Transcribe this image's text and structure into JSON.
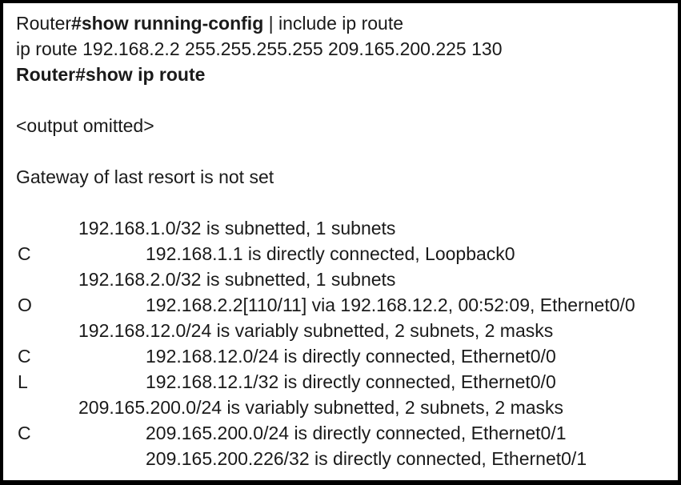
{
  "window": {
    "background_color": "#ffffff",
    "border_color": "#000000",
    "text_color": "#1a1a1a"
  },
  "terminal_output": {
    "lines": [
      {
        "indent": 0,
        "prefix": "",
        "segments": [
          {
            "text": "Router",
            "bold": false
          },
          {
            "text": "#show running-config",
            "bold": true
          },
          {
            "text": " | include ip route",
            "bold": false
          }
        ]
      },
      {
        "indent": 0,
        "prefix": "",
        "segments": [
          {
            "text": "ip route 192.168.2.2 255.255.255.255 209.165.200.225 130",
            "bold": false
          }
        ]
      },
      {
        "indent": 0,
        "prefix": "",
        "segments": [
          {
            "text": "Router#show ip route",
            "bold": true
          }
        ]
      },
      {
        "blank": true,
        "indent": 0,
        "prefix": "",
        "segments": []
      },
      {
        "indent": 0,
        "prefix": "",
        "segments": [
          {
            "text": "<output omitted>",
            "bold": false
          }
        ]
      },
      {
        "blank": true,
        "indent": 0,
        "prefix": "",
        "segments": []
      },
      {
        "indent": 0,
        "prefix": "",
        "segments": [
          {
            "text": "Gateway of last resort is not set",
            "bold": false
          }
        ]
      },
      {
        "blank": true,
        "indent": 0,
        "prefix": "",
        "segments": []
      },
      {
        "indent": 1,
        "prefix": "",
        "segments": [
          {
            "text": "192.168.1.0/32 is subnetted, 1 subnets",
            "bold": false
          }
        ]
      },
      {
        "indent": 2,
        "prefix": "C",
        "segments": [
          {
            "text": "192.168.1.1 is directly connected, Loopback0",
            "bold": false
          }
        ]
      },
      {
        "indent": 1,
        "prefix": "",
        "segments": [
          {
            "text": "192.168.2.0/32 is subnetted, 1 subnets",
            "bold": false
          }
        ]
      },
      {
        "indent": 2,
        "prefix": "O",
        "segments": [
          {
            "text": "192.168.2.2[110/11] via 192.168.12.2, 00:52:09, Ethernet0/0",
            "bold": false
          }
        ]
      },
      {
        "indent": 1,
        "prefix": "",
        "segments": [
          {
            "text": "192.168.12.0/24 is variably subnetted, 2 subnets, 2 masks",
            "bold": false
          }
        ]
      },
      {
        "indent": 2,
        "prefix": "C",
        "segments": [
          {
            "text": "192.168.12.0/24 is directly connected, Ethernet0/0",
            "bold": false
          }
        ]
      },
      {
        "indent": 2,
        "prefix": "L",
        "segments": [
          {
            "text": "192.168.12.1/32 is directly connected, Ethernet0/0",
            "bold": false
          }
        ]
      },
      {
        "indent": 1,
        "prefix": "",
        "segments": [
          {
            "text": "209.165.200.0/24 is variably subnetted, 2 subnets, 2 masks",
            "bold": false
          }
        ]
      },
      {
        "indent": 2,
        "prefix": "C",
        "segments": [
          {
            "text": "209.165.200.0/24 is directly connected, Ethernet0/1",
            "bold": false
          }
        ]
      },
      {
        "indent": 2,
        "prefix": "",
        "segments": [
          {
            "text": "209.165.200.226/32 is directly connected, Ethernet0/1",
            "bold": false
          }
        ]
      }
    ]
  }
}
